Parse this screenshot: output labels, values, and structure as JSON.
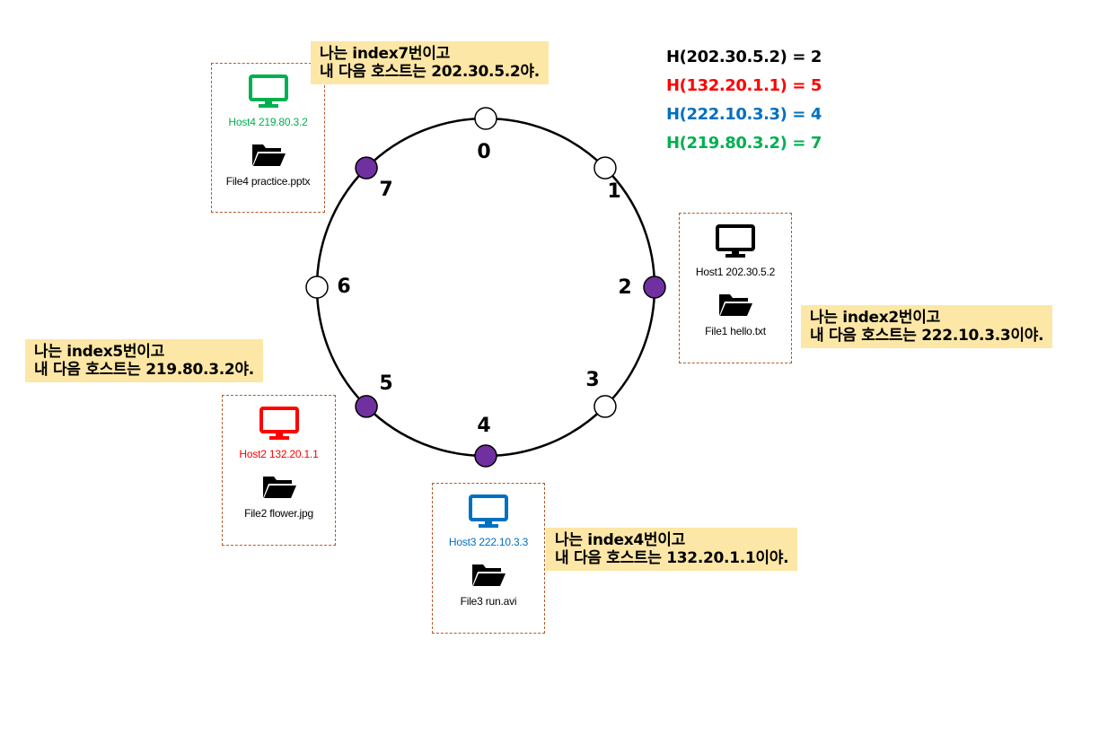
{
  "colors": {
    "host1": "#000000",
    "host2": "#ff0000",
    "host3": "#0070c0",
    "host4": "#00b050",
    "occupied_node": "#7030a0",
    "empty_node": "#ffffff",
    "note_background": "#fde7a6",
    "box_border": "#b35a2a"
  },
  "ring": {
    "nodes": [
      {
        "index": 0,
        "label": "0",
        "occupied": false
      },
      {
        "index": 1,
        "label": "1",
        "occupied": false
      },
      {
        "index": 2,
        "label": "2",
        "occupied": true
      },
      {
        "index": 3,
        "label": "3",
        "occupied": false
      },
      {
        "index": 4,
        "label": "4",
        "occupied": true
      },
      {
        "index": 5,
        "label": "5",
        "occupied": true
      },
      {
        "index": 6,
        "label": "6",
        "occupied": false
      },
      {
        "index": 7,
        "label": "7",
        "occupied": true
      }
    ]
  },
  "hash_lines": [
    {
      "text": "H(202.30.5.2) = 2",
      "color": "#000000"
    },
    {
      "text": "H(132.20.1.1) = 5",
      "color": "#ff0000"
    },
    {
      "text": "H(222.10.3.3) = 4",
      "color": "#0070c0"
    },
    {
      "text": "H(219.80.3.2) = 7",
      "color": "#00b050"
    }
  ],
  "hosts": {
    "host1": {
      "label": "Host1 202.30.5.2",
      "file": "File1 hello.txt",
      "color": "#000000",
      "icon": "monitor-icon"
    },
    "host2": {
      "label": "Host2 132.20.1.1",
      "file": "File2 flower.jpg",
      "color": "#ff0000",
      "icon": "monitor-icon"
    },
    "host3": {
      "label": "Host3 222.10.3.3",
      "file": "File3 run.avi",
      "color": "#0070c0",
      "icon": "monitor-icon"
    },
    "host4": {
      "label": "Host4 219.80.3.2",
      "file": "File4 practice.pptx",
      "color": "#00b050",
      "icon": "monitor-icon"
    }
  },
  "notes": {
    "index7": {
      "line1": "나는 index7번이고",
      "line2": "내 다음 호스트는 202.30.5.2야."
    },
    "index2": {
      "line1": "나는 index2번이고",
      "line2": "내 다음 호스트는 222.10.3.3이야."
    },
    "index5": {
      "line1": "나는 index5번이고",
      "line2": "내 다음 호스트는 219.80.3.2야."
    },
    "index4": {
      "line1": "나는 index4번이고",
      "line2": "내 다음 호스트는 132.20.1.1이야."
    }
  }
}
